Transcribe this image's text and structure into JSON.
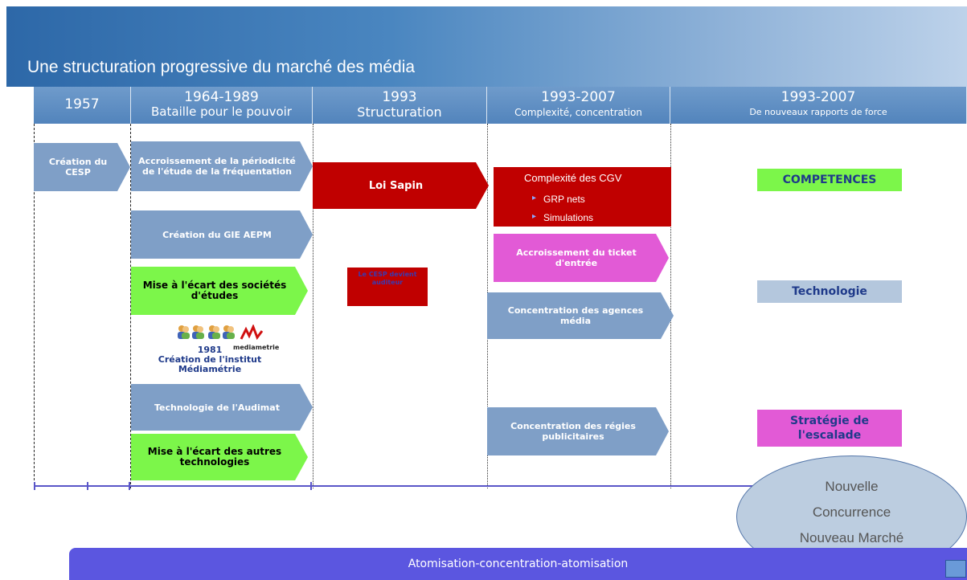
{
  "title": "Une structuration progressive du marché des média",
  "headers": [
    {
      "year": "1957",
      "sub": ""
    },
    {
      "year": "1964-1989",
      "sub": "Bataille pour le pouvoir"
    },
    {
      "year": "1993",
      "sub": "Structuration"
    },
    {
      "year": "1993-2007",
      "sub": "Complexité, concentration"
    },
    {
      "year": "1993-2007",
      "sub": "De nouveaux rapports de force"
    }
  ],
  "col1": {
    "cesp": "Création du CESP"
  },
  "col2": {
    "accroissement": "Accroissement de la périodicité de l'étude de la fréquentation",
    "gie": "Création du GIE AEPM",
    "ecart_etudes": "Mise à l'écart des sociétés d'études",
    "logo_text": "mediametrie",
    "mm_year": "1981",
    "mm_caption": "Création de l'institut Médiamétrie",
    "audimat": "Technologie de l'Audimat",
    "ecart_tech": "Mise à l'écart des autres technologies"
  },
  "col3": {
    "loi_sapin": "Loi Sapin",
    "cesp_auditeur": "Le CESP devient auditeur"
  },
  "col4": {
    "cgv_title": "Complexité des CGV",
    "cgv_items": [
      "GRP nets",
      "Simulations"
    ],
    "ticket": "Accroissement du ticket d'entrée",
    "agences": "Concentration des agences média",
    "regies": "Concentration des régies publicitaires"
  },
  "col5": {
    "competences": "COMPETENCES",
    "technologie": "Technologie",
    "strategie": "Stratégie de l'escalade"
  },
  "ellipse": [
    "Nouvelle",
    "Concurrence",
    "Nouveau Marché"
  ],
  "bottom_bar": "Atomisation-concentration-atomisation",
  "colors": {
    "banner": "#2d68a8",
    "blue_arrow": "#7f9fc7",
    "green_arrow": "#7cf64a",
    "red_box": "#c00000",
    "pink_arrow": "#e25ad6",
    "bar": "#5b56e0"
  }
}
